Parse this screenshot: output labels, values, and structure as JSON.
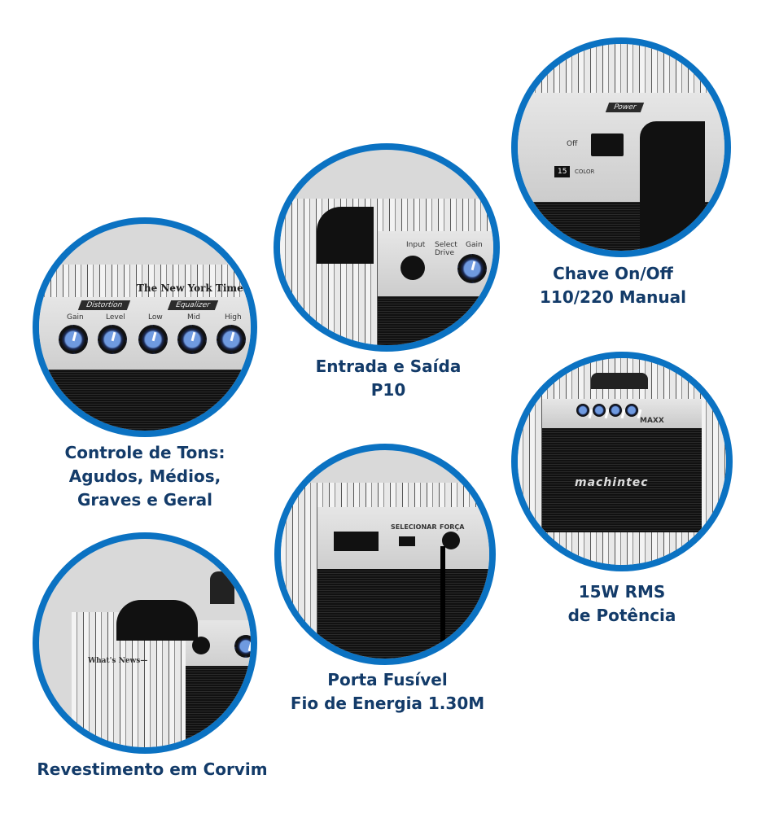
{
  "colors": {
    "ring": "#0b72c2",
    "text": "#133b69"
  },
  "features": [
    {
      "lines": [
        "Controle de Tons:",
        "Agudos, Médios,",
        "Graves e Geral"
      ]
    },
    {
      "lines": [
        "Entrada e Saída",
        "P10"
      ]
    },
    {
      "lines": [
        "Chave On/Off",
        "110/220 Manual"
      ]
    },
    {
      "lines": [
        "15W RMS",
        "de Potência"
      ]
    },
    {
      "lines": [
        "Porta Fusível",
        "Fio de Energia 1.30M"
      ]
    },
    {
      "lines": [
        "Revestimento em Corvim"
      ]
    }
  ],
  "photo_text": {
    "tones": {
      "distortion": "Distortion",
      "equalizer": "Equalizer",
      "knobs": [
        "Gain",
        "Level",
        "Low",
        "Mid",
        "High"
      ],
      "masthead": "The New York Times"
    },
    "input": {
      "input": "Input",
      "select": "Select Drive",
      "gain": "Gain"
    },
    "power": {
      "power": "Power",
      "off": "Off",
      "model": "15",
      "color": "COLOR"
    },
    "amp": {
      "brand": "machintec",
      "model": "MAXX"
    },
    "rear": {
      "select": "SELECIONAR",
      "force": "FORÇA"
    },
    "side": {
      "news": "What's News—"
    }
  }
}
